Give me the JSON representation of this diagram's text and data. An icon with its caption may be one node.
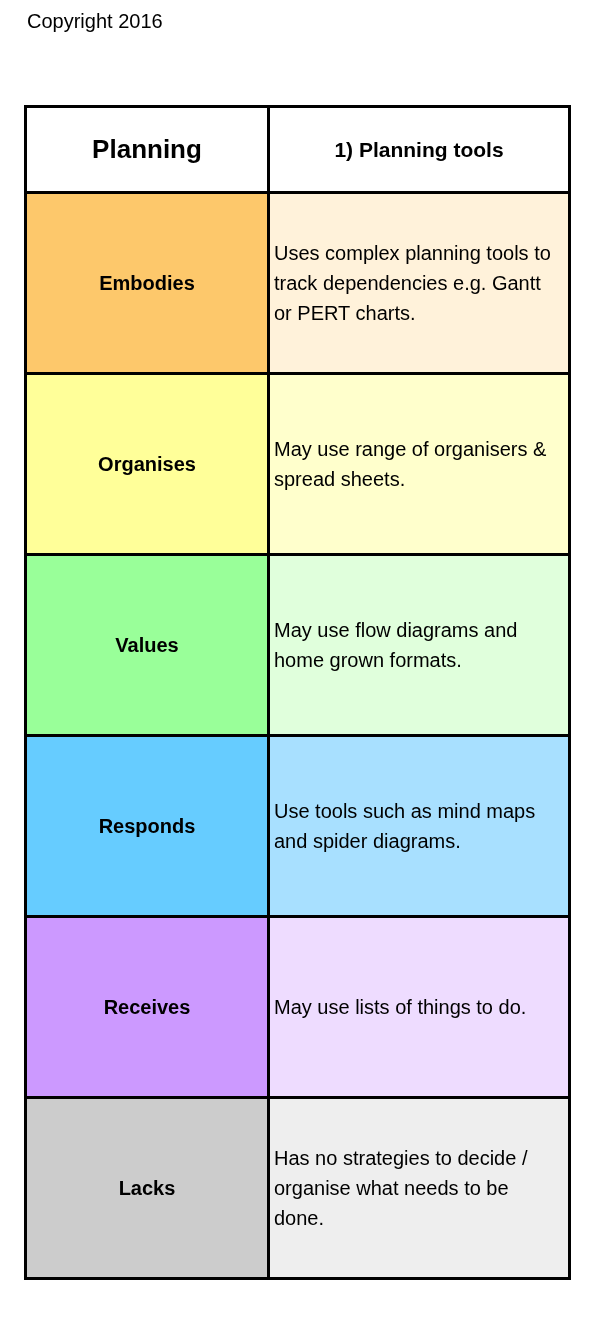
{
  "diagram": {
    "labels": [
      "Copyright 2016",
      "Planning",
      "1) Planning tools",
      "Embodies",
      "Uses complex planning tools to track dependencies e.g. Gantt or PERT charts.",
      "Organises",
      "May use range of organisers & spread sheets.",
      "Values",
      "May use flow diagrams and home grown formats.",
      "Responds",
      "Use tools such as mind maps and spider diagrams.",
      "Receives",
      "May use lists of things to do.",
      "Lacks",
      "Has no strategies to decide / organise what needs to be done."
    ]
  }
}
